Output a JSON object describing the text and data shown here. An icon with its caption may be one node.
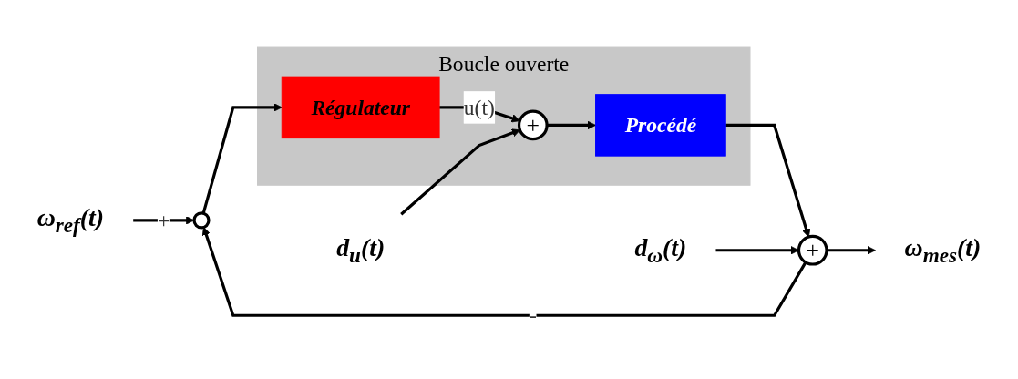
{
  "diagram": {
    "nodes": [
      {
        "text": [
          "ω$_{ref}$(t)"
        ]
      },
      {
        "text": [],
        "shape": "circle"
      },
      {
        "text": [
          "Boucle ouverte"
        ]
      },
      {
        "text": [
          "Régulateur"
        ],
        "in": 2
      },
      {
        "text": [
          "+"
        ],
        "in": 2
      },
      {
        "text": [
          "Procédé"
        ],
        "in": 2
      },
      {
        "text": [
          "d$_{u}$(t)"
        ]
      },
      {
        "text": [
          "+"
        ]
      },
      {
        "text": [
          "d$_{ω}$(t)"
        ]
      },
      {
        "text": [
          "ω$_{mes}$(t)"
        ]
      }
    ],
    "edges": [
      {
        "from": 0,
        "to": 1,
        "arrow": "to",
        "label": "+"
      },
      {
        "from": 1,
        "to": 3,
        "arrow": "to"
      },
      {
        "from": 3,
        "to": 4,
        "arrow": "to",
        "label": "u(t)"
      },
      {
        "from": 6,
        "to": 4,
        "arrow": "to"
      },
      {
        "from": 4,
        "to": 5,
        "arrow": "to"
      },
      {
        "from": 5,
        "to": 7,
        "arrow": "to"
      },
      {
        "from": 8,
        "to": 7,
        "arrow": "to"
      },
      {
        "from": 7,
        "to": 9,
        "arrow": "to"
      },
      {
        "from": 7,
        "to": 1,
        "arrow": "to",
        "label": "-"
      }
    ]
  }
}
